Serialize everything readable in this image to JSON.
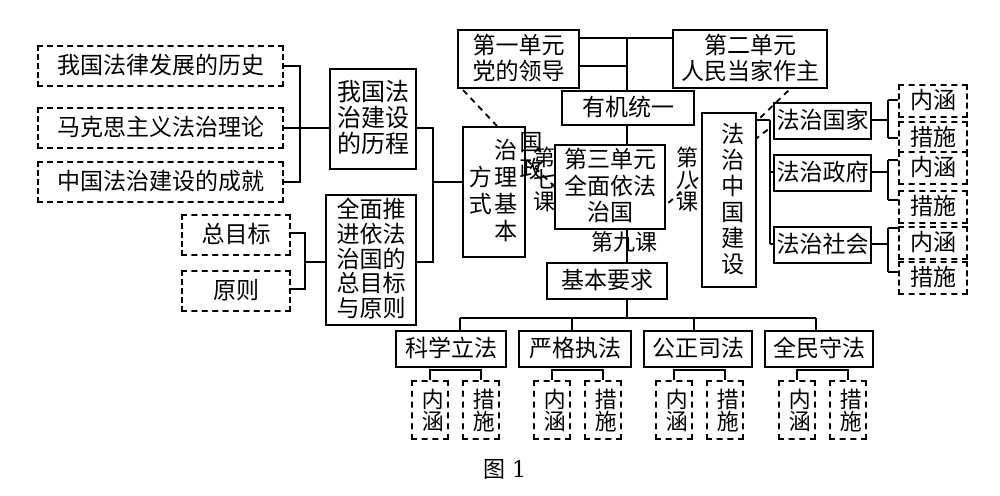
{
  "caption": "图 1",
  "history": {
    "title": "我国法治建设的历程",
    "lines": [
      "我国法",
      "治建设",
      "的历程"
    ],
    "items": [
      "我国法律发展的历史",
      "马克思主义法治理论",
      "中国法治建设的成就"
    ]
  },
  "goal": {
    "title": "全面推进依法治国的总目标与原则",
    "lines": [
      "全面推",
      "进依法",
      "治国的",
      "总目标",
      "与原则"
    ],
    "items": [
      "总目标",
      "原则"
    ]
  },
  "governance": {
    "text": "治国理政基本方式",
    "col1": "治理基本方式",
    "col2": "国政"
  },
  "unit1": {
    "lines": [
      "第一单元",
      "党的领导"
    ]
  },
  "unit2": {
    "lines": [
      "第二单元",
      "人民当家作主"
    ]
  },
  "organic": "有机统一",
  "unit3": {
    "lines": [
      "第三单元",
      "全面依法",
      "治国"
    ]
  },
  "lesson7": "第七课",
  "lesson8": "第八课",
  "lesson9": "第九课",
  "china": {
    "text": "法治中国建设"
  },
  "basic": "基本要求",
  "rule_of_law": {
    "items": [
      "法治国家",
      "法治政府",
      "法治社会"
    ],
    "sub": [
      "内涵",
      "措施"
    ]
  },
  "requirements": [
    "科学立法",
    "严格执法",
    "公正司法",
    "全民守法"
  ],
  "req_sub": [
    "内涵",
    "措施"
  ]
}
